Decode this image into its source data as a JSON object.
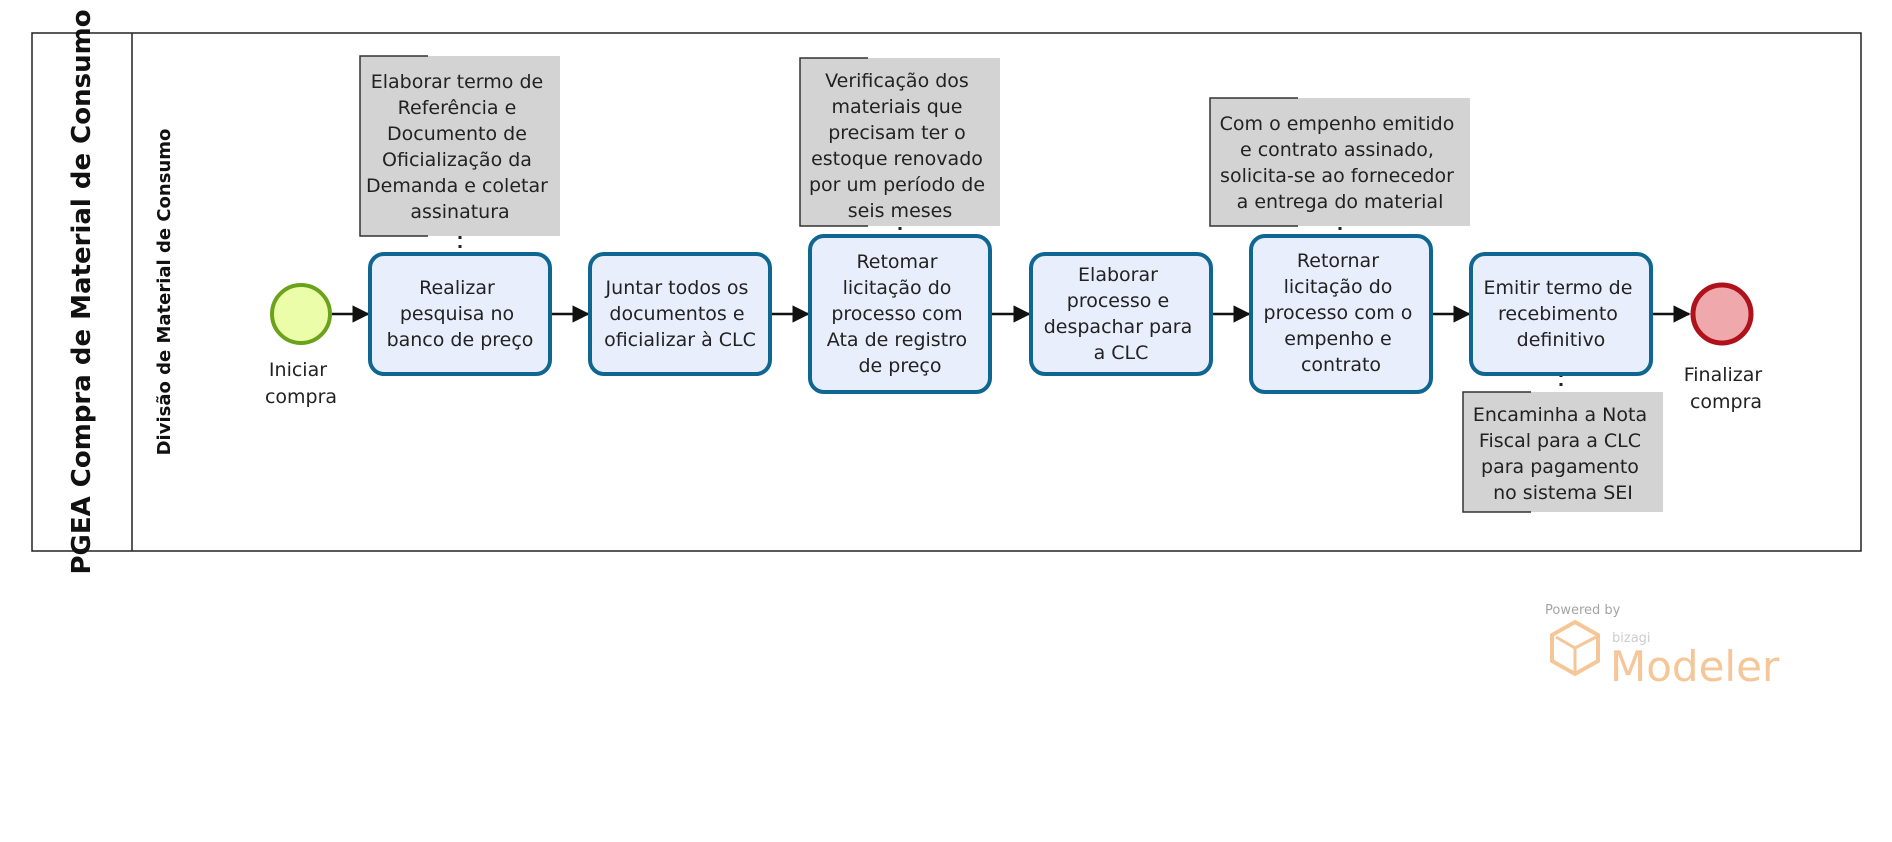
{
  "pool": {
    "title": "PGEA Compra de Material de Consumo"
  },
  "lane": {
    "title": "Divisão de Material de Consumo"
  },
  "events": {
    "start": {
      "label_lines": [
        "Iniciar",
        "compra"
      ]
    },
    "end": {
      "label_lines": [
        "Finalizar",
        "compra"
      ]
    }
  },
  "tasks": [
    {
      "id": "t1",
      "lines": [
        "Realizar",
        "pesquisa no",
        "banco de preço"
      ]
    },
    {
      "id": "t2",
      "lines": [
        "Juntar todos os",
        "documentos e",
        "oficializar à CLC"
      ]
    },
    {
      "id": "t3",
      "lines": [
        "Retomar",
        "licitação do",
        "processo com",
        "Ata de registro",
        "de preço"
      ]
    },
    {
      "id": "t4",
      "lines": [
        "Elaborar",
        "processo e",
        "despachar para",
        "a CLC"
      ]
    },
    {
      "id": "t5",
      "lines": [
        "Retornar",
        "licitação do",
        "processo com o",
        "empenho e",
        "contrato"
      ]
    },
    {
      "id": "t6",
      "lines": [
        "Emitir termo de",
        "recebimento",
        "definitivo"
      ]
    }
  ],
  "annotations": [
    {
      "id": "a1",
      "attached_to": "t1",
      "lines": [
        "Elaborar termo de",
        "Referência e",
        "Documento de",
        "Oficialização da",
        "Demanda e coletar",
        "assinatura"
      ]
    },
    {
      "id": "a2",
      "attached_to": "t3",
      "lines": [
        "Verificação dos",
        "materiais que",
        "precisam ter o",
        "estoque renovado",
        "por um período de",
        "seis meses"
      ]
    },
    {
      "id": "a3",
      "attached_to": "t5",
      "lines": [
        "Com o empenho emitido",
        "e contrato assinado,",
        "solicita-se ao fornecedor",
        "a entrega do material"
      ]
    },
    {
      "id": "a4",
      "attached_to": "t6",
      "lines": [
        "Encaminha a Nota",
        "Fiscal para a CLC",
        "para pagamento",
        "no sistema SEI"
      ]
    }
  ],
  "watermark": {
    "powered_by": "Powered by",
    "brand": "bizagi",
    "product": "Modeler"
  },
  "colors": {
    "task_fill": "#e9eefc",
    "task_stroke": "#0e6691",
    "start_fill": "#ecfdaa",
    "start_stroke": "#6aa31b",
    "end_fill": "#efa8ab",
    "end_stroke": "#b0121c",
    "annotation_fill": "#d3d3d3",
    "watermark_accent": "#f5c08c"
  }
}
